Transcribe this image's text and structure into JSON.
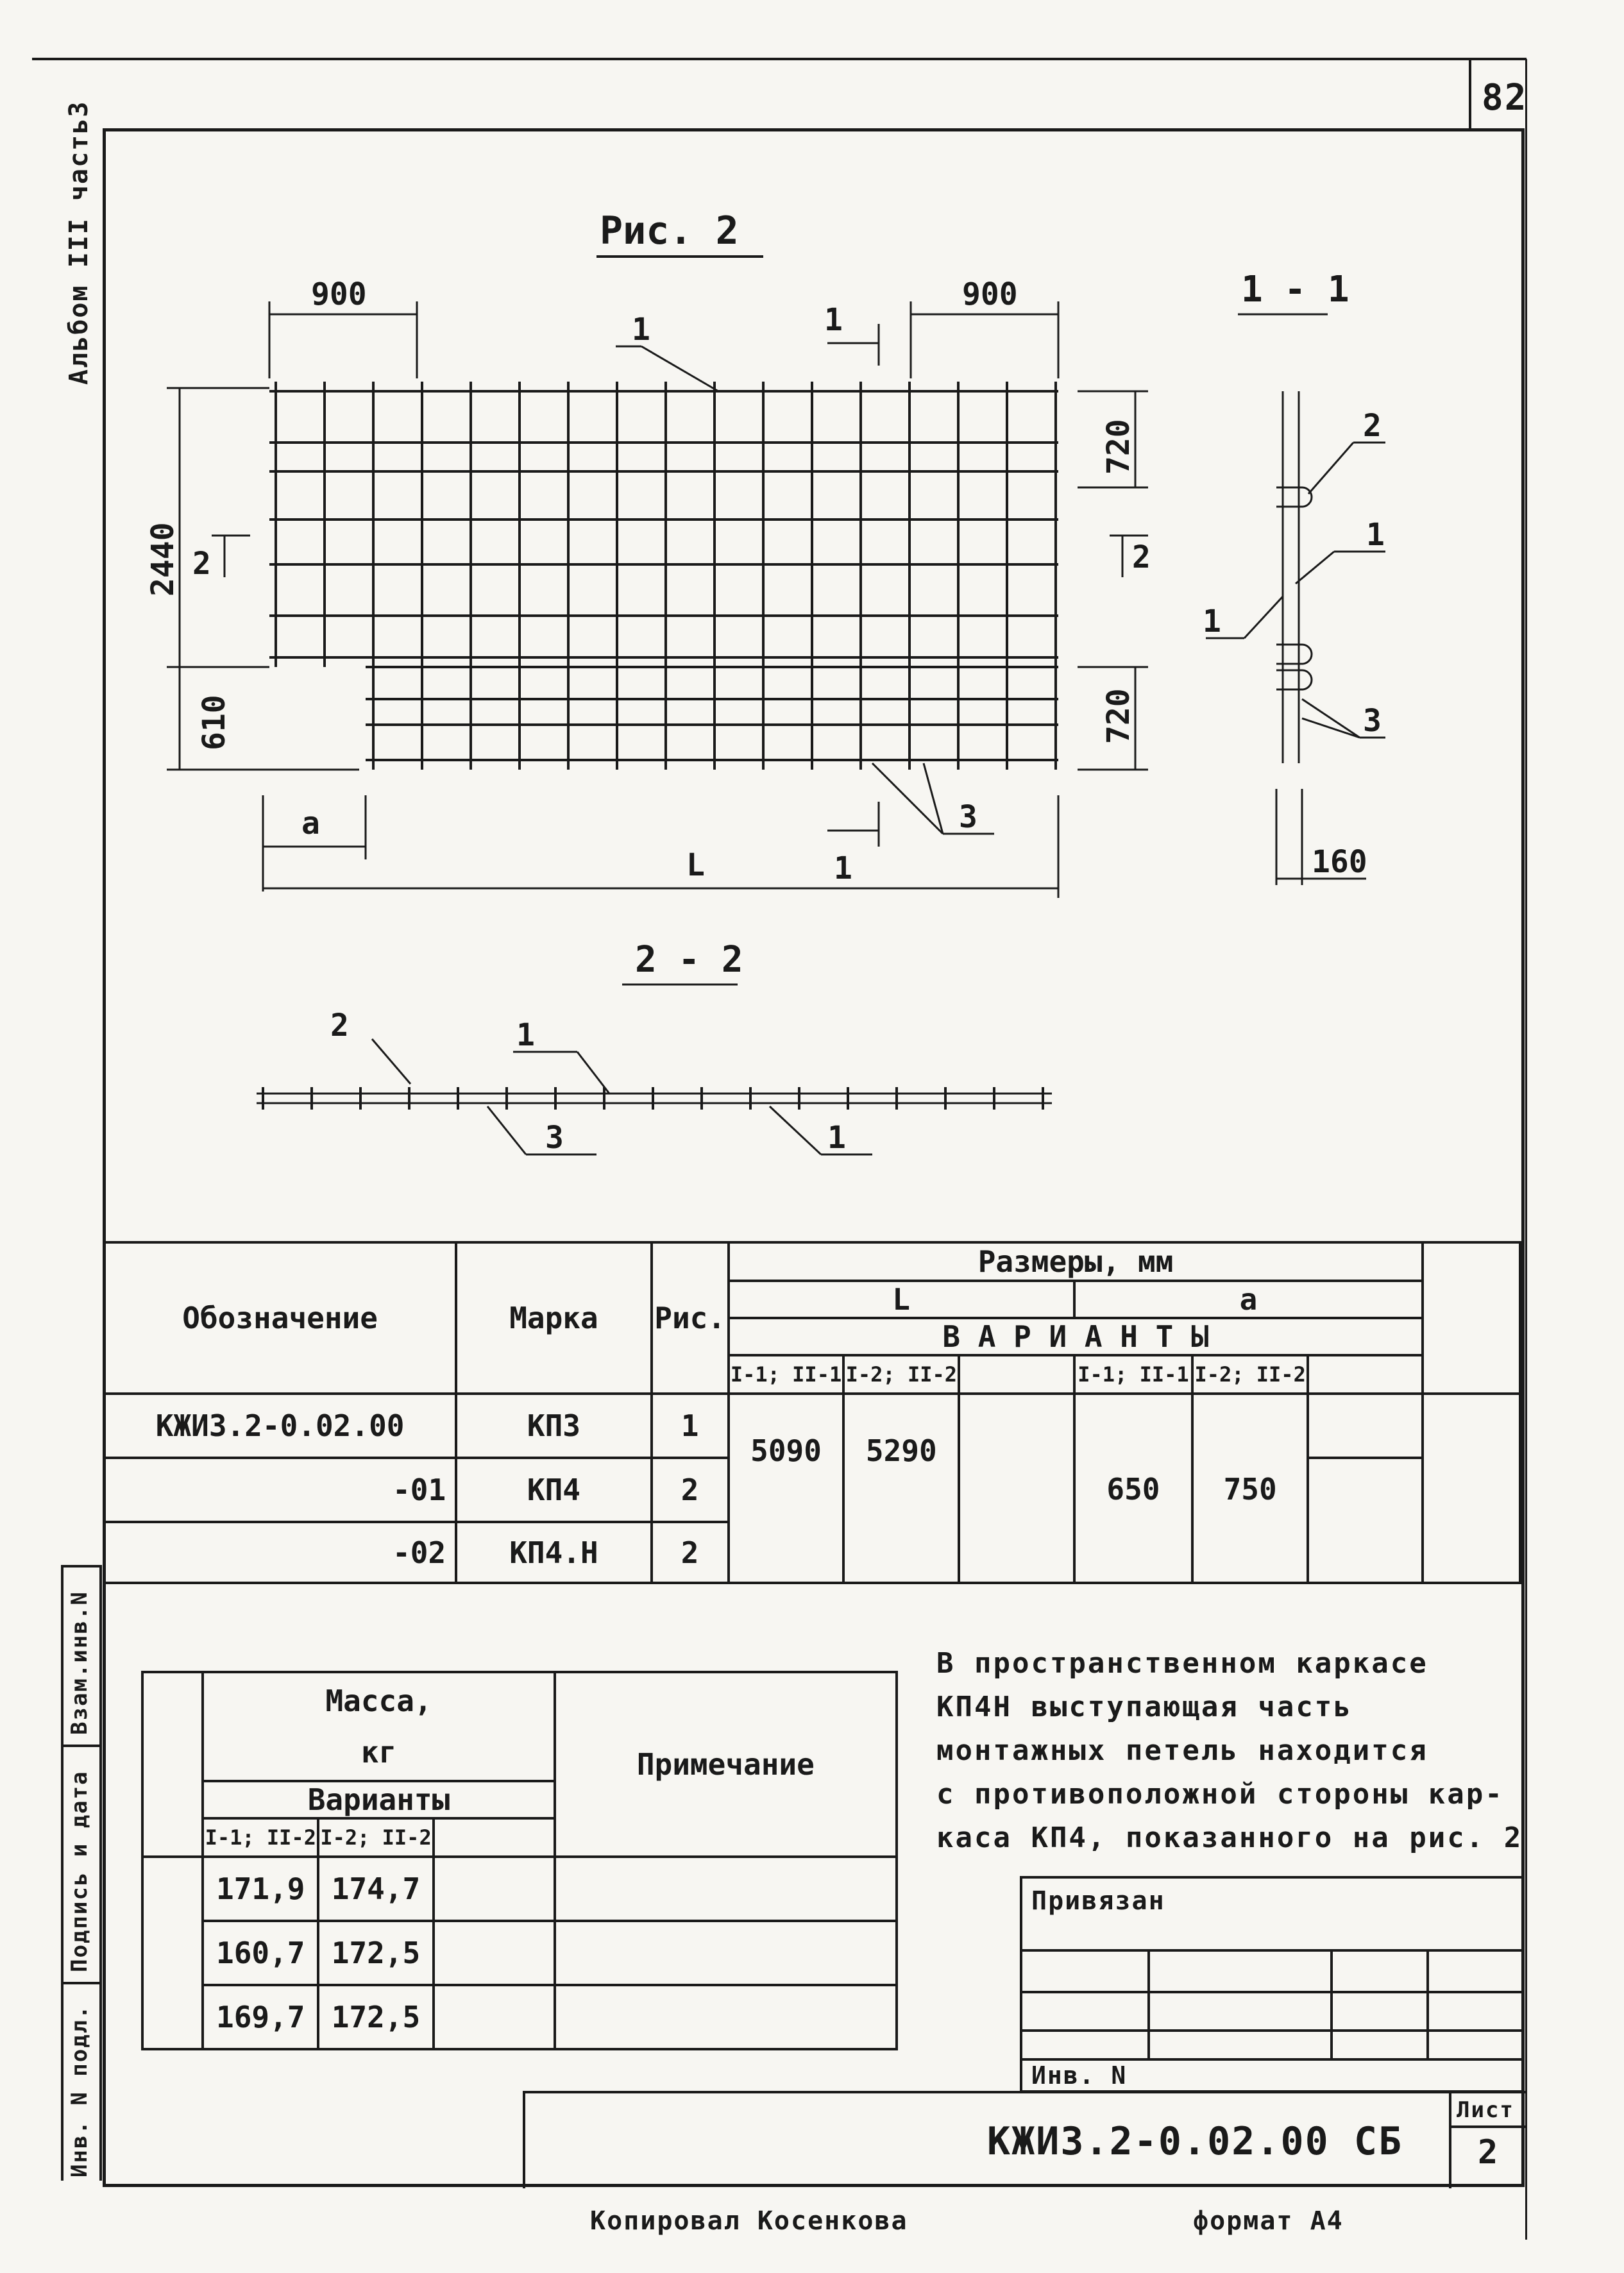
{
  "sheet": {
    "page_number": "82",
    "album_label": "Альбом III часть3",
    "document_code": "КЖИ3.2-0.02.00 СБ",
    "sheet_label": "Лист",
    "sheet_number": "2",
    "copied_by": "Копировал Косенкова",
    "format": "формат А4"
  },
  "side_stamps": {
    "vzam": "Взам.инв.N",
    "sign_date": "Подпись и дата",
    "inv_podl": "Инв. N подл."
  },
  "drawing": {
    "fig_title": "Рис. 2",
    "dims": {
      "d900_left": "900",
      "d900_right": "900",
      "d2440": "2440",
      "d720_top": "720",
      "d720_bottom": "720",
      "d610": "610",
      "a": "a",
      "L": "L",
      "d160": "160"
    },
    "section_marks": {
      "s1": "1",
      "s1b": "1",
      "s2a": "2",
      "s2b": "2"
    },
    "labels": {
      "p1": "1",
      "p3": "3",
      "s11_2": "2",
      "s11_1a": "1",
      "s11_1b": "1",
      "s11_3": "3",
      "s22_2": "2",
      "s22_1a": "1",
      "s22_3": "3",
      "s22_1b": "1"
    },
    "section_1_1": "1 - 1",
    "section_2_2": "2 - 2"
  },
  "main_table": {
    "col_designation": "Обозначение",
    "col_mark": "Марка",
    "col_fig": "Рис.",
    "col_sizes": "Размеры, мм",
    "col_L": "L",
    "col_a": "a",
    "col_variants": "В А Р И А Н Т Ы",
    "sub_L1": "I-1; II-1",
    "sub_L2": "I-2; II-2",
    "sub_a1": "I-1; II-1",
    "sub_a2": "I-2; II-2",
    "rows": [
      {
        "designation": "КЖИ3.2-0.02.00",
        "mark": "КП3",
        "fig": "1"
      },
      {
        "designation": "-01",
        "mark": "КП4",
        "fig": "2"
      },
      {
        "designation": "-02",
        "mark": "КП4.Н",
        "fig": "2"
      }
    ],
    "L_v1": "5090",
    "L_v2": "5290",
    "a_v1": "650",
    "a_v2": "750"
  },
  "mass_table": {
    "col_mass": "Масса,",
    "col_mass_unit": "кг",
    "col_variants": "Варианты",
    "sub_v1": "I-1; II-2",
    "sub_v2": "I-2; II-2",
    "col_note": "Примечание",
    "rows": [
      {
        "v1": "171,9",
        "v2": "174,7"
      },
      {
        "v1": "160,7",
        "v2": "172,5"
      },
      {
        "v1": "169,7",
        "v2": "172,5"
      }
    ]
  },
  "note_lines": [
    "В пространственном каркасе",
    "КП4Н выступающая часть",
    "монтажных петель находится",
    "с противоположной стороны кар-",
    "каса КП4, показанного на рис. 2"
  ],
  "binding": {
    "privyazan": "Привязан",
    "inv_n": "Инв. N"
  }
}
